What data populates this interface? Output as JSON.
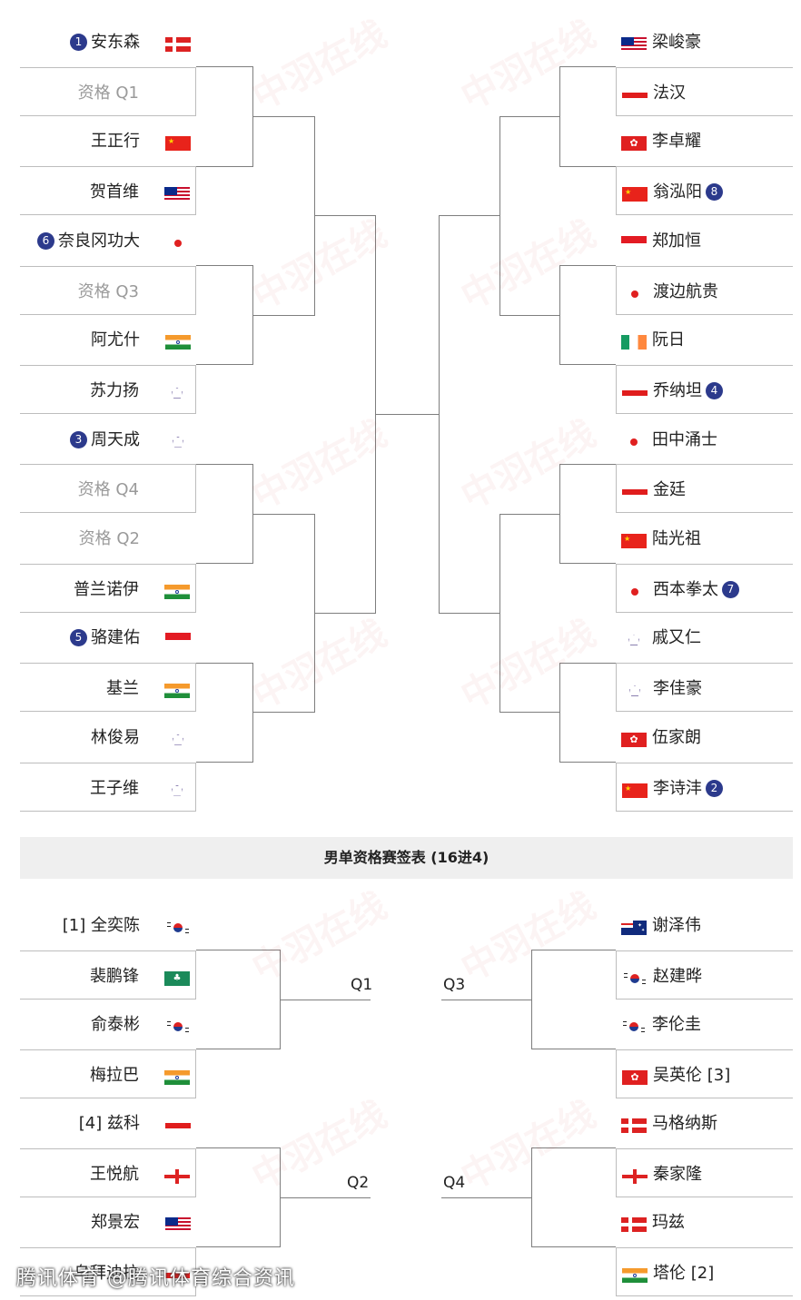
{
  "main": {
    "left": [
      {
        "name": "安东森",
        "flag": "dk",
        "seed": "1"
      },
      {
        "name": "资格 Q1",
        "flag": "",
        "gray": true
      },
      {
        "name": "王正行",
        "flag": "cn"
      },
      {
        "name": "贺首维",
        "flag": "my"
      },
      {
        "name": "奈良冈功大",
        "flag": "jp",
        "seed": "6"
      },
      {
        "name": "资格 Q3",
        "flag": "",
        "gray": true
      },
      {
        "name": "阿尤什",
        "flag": "in"
      },
      {
        "name": "苏力扬",
        "flag": "tpe"
      },
      {
        "name": "周天成",
        "flag": "tpe",
        "seed": "3"
      },
      {
        "name": "资格 Q4",
        "flag": "",
        "gray": true
      },
      {
        "name": "资格 Q2",
        "flag": "",
        "gray": true
      },
      {
        "name": "普兰诺伊",
        "flag": "in"
      },
      {
        "name": "骆建佑",
        "flag": "sg",
        "seed": "5"
      },
      {
        "name": "基兰",
        "flag": "in"
      },
      {
        "name": "林俊易",
        "flag": "tpe"
      },
      {
        "name": "王子维",
        "flag": "tpe"
      }
    ],
    "right": [
      {
        "name": "梁峻豪",
        "flag": "my"
      },
      {
        "name": "法汉",
        "flag": "id"
      },
      {
        "name": "李卓耀",
        "flag": "hk"
      },
      {
        "name": "翁泓阳",
        "flag": "cn",
        "seed": "8"
      },
      {
        "name": "郑加恒",
        "flag": "sg"
      },
      {
        "name": "渡边航贵",
        "flag": "jp"
      },
      {
        "name": "阮日",
        "flag": "ie"
      },
      {
        "name": "乔纳坦",
        "flag": "id",
        "seed": "4"
      },
      {
        "name": "田中涌士",
        "flag": "jp"
      },
      {
        "name": "金廷",
        "flag": "id"
      },
      {
        "name": "陆光祖",
        "flag": "cn"
      },
      {
        "name": "西本拳太",
        "flag": "jp",
        "seed": "7"
      },
      {
        "name": "戚又仁",
        "flag": "tpe"
      },
      {
        "name": "李佳豪",
        "flag": "tpe"
      },
      {
        "name": "伍家朗",
        "flag": "hk"
      },
      {
        "name": "李诗沣",
        "flag": "cn",
        "seed": "2"
      }
    ]
  },
  "qual": {
    "title": "男单资格赛签表 (16进4)",
    "left": [
      {
        "name": "[1] 全奕陈",
        "flag": "kr"
      },
      {
        "name": "裴鹏锋",
        "flag": "mo"
      },
      {
        "name": "俞泰彬",
        "flag": "kr"
      },
      {
        "name": "梅拉巴",
        "flag": "in"
      },
      {
        "name": "[4] 兹科",
        "flag": "id"
      },
      {
        "name": "王悦航",
        "flag": "en"
      },
      {
        "name": "郑景宏",
        "flag": "my"
      },
      {
        "name": "乌拜迪拉",
        "flag": "id"
      }
    ],
    "right": [
      {
        "name": "谢泽伟",
        "flag": "au"
      },
      {
        "name": "赵建晔",
        "flag": "kr"
      },
      {
        "name": "李伦圭",
        "flag": "kr"
      },
      {
        "name": "吴英伦 [3]",
        "flag": "hk"
      },
      {
        "name": "马格纳斯",
        "flag": "dk"
      },
      {
        "name": "秦家隆",
        "flag": "en"
      },
      {
        "name": "玛兹",
        "flag": "dk"
      },
      {
        "name": "塔伦 [2]",
        "flag": "in"
      }
    ],
    "labels": {
      "q1": "Q1",
      "q2": "Q2",
      "q3": "Q3",
      "q4": "Q4"
    }
  },
  "footer": "腾讯体育 @腾讯体育综合资讯",
  "watermark": "中羽在线"
}
